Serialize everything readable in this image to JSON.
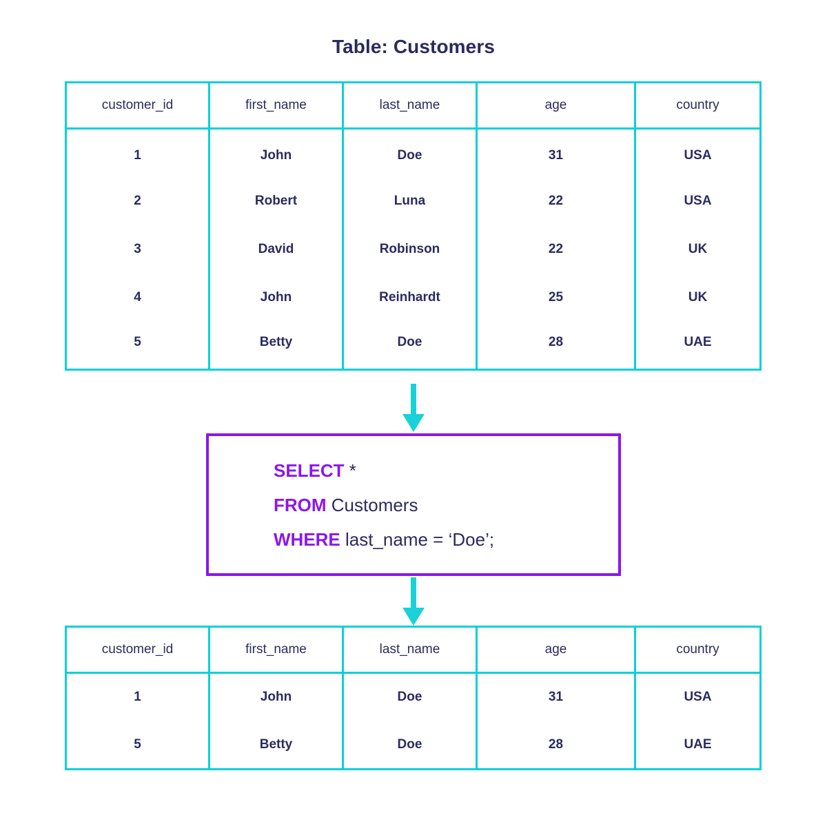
{
  "title": "Table: Customers",
  "colors": {
    "table_border": "#0ad0d8",
    "arrow": "#1ad1d8",
    "query_border": "#8b16f0",
    "keyword": "#8b16f0",
    "text": "#2a2b5f"
  },
  "source_table": {
    "name": "Customers",
    "columns": [
      "customer_id",
      "first_name",
      "last_name",
      "age",
      "country"
    ],
    "rows": [
      [
        "1",
        "John",
        "Doe",
        "31",
        "USA"
      ],
      [
        "2",
        "Robert",
        "Luna",
        "22",
        "USA"
      ],
      [
        "3",
        "David",
        "Robinson",
        "22",
        "UK"
      ],
      [
        "4",
        "John",
        "Reinhardt",
        "25",
        "UK"
      ],
      [
        "5",
        "Betty",
        "Doe",
        "28",
        "UAE"
      ]
    ]
  },
  "query": {
    "line1": {
      "keyword": "SELECT",
      "rest": " *"
    },
    "line2": {
      "keyword": "FROM",
      "rest": " Customers"
    },
    "line3": {
      "keyword": "WHERE",
      "rest": " last_name = ‘Doe’;"
    }
  },
  "result_table": {
    "columns": [
      "customer_id",
      "first_name",
      "last_name",
      "age",
      "country"
    ],
    "rows": [
      [
        "1",
        "John",
        "Doe",
        "31",
        "USA"
      ],
      [
        "5",
        "Betty",
        "Doe",
        "28",
        "UAE"
      ]
    ]
  },
  "arrows": [
    {
      "name": "arrow-table-to-query"
    },
    {
      "name": "arrow-query-to-result"
    }
  ]
}
